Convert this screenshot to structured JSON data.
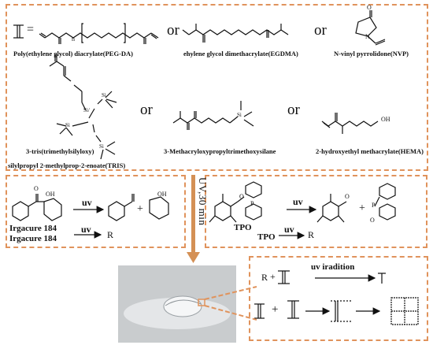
{
  "top_panel": {
    "equals": "=",
    "peg_da": "Poly(ethylene glycol) diacrylate(PEG-DA)",
    "egdma": "ehylene glycol dimethacrylate(EGDMA)",
    "nvp": "N-vinyl pyrrolidone(NVP)",
    "tris_line1": "3-tris(trimethylsilyloxy)",
    "tris_line2": "silylpropyl 2-methylprop-2-enoate(TRIS)",
    "mptms": "3-Methacryloxypropyltrimethoxysilane",
    "hema": "2-hydroxyethyl methacrylate(HEMA)",
    "or": "or",
    "n_sub": "n",
    "o": "O",
    "oh": "OH",
    "n": "N",
    "si": "Si",
    "si_slash": "Si/"
  },
  "irgacure_panel": {
    "uv": "uv",
    "name1": "Irgacure 184",
    "name2": "Irgacure 184",
    "radical": "R",
    "plus": "+",
    "o": "O",
    "oh": "OH"
  },
  "tpo_panel": {
    "uv": "uv",
    "name1": "TPO",
    "name2": "TPO",
    "radical": "R",
    "plus": "+",
    "o": "O",
    "p": "P"
  },
  "middle_arrow": {
    "label": "UV,30 min"
  },
  "mechanism_panel": {
    "radical": "R",
    "plus": "+",
    "uv_irradition": "uv iradition"
  },
  "colors": {
    "dashed_border": "#e0935c",
    "arrow": "#d49055",
    "ink": "#111111"
  }
}
